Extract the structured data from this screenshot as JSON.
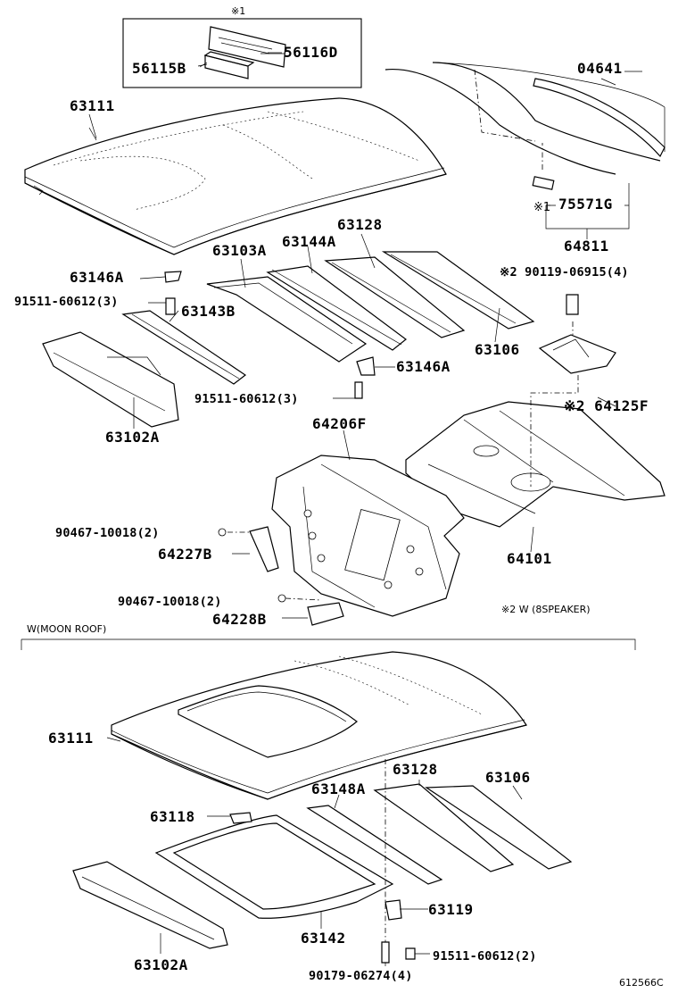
{
  "labels": {
    "note_1_top": "※1",
    "p56115B": "56115B",
    "p56116D": "56116D",
    "p04641": "04641",
    "p63111_top": "63111",
    "p75571G": "75571G",
    "note_1_mid": "※1",
    "p64811": "64811",
    "p63128_top": "63128",
    "p63144A": "63144A",
    "p63103A": "63103A",
    "p90119": "※2 90119-06915(4)",
    "p63146A_left": "63146A",
    "p91511_a": "91511-60612(3)",
    "p63143B": "63143B",
    "p63106_top": "63106",
    "p63146A_right": "63146A",
    "p91511_b": "91511-60612(3)",
    "p64125F": "※2 64125F",
    "p63102A_top": "63102A",
    "p64206F": "64206F",
    "p90467_a": "90467-10018(2)",
    "p64227B": "64227B",
    "p64101": "64101",
    "p90467_b": "90467-10018(2)",
    "p64228B": "64228B",
    "note_speaker": "※2 W (8SPEAKER)",
    "section_moon_roof": "W(MOON ROOF)",
    "p63111_bottom": "63111",
    "p63128_bottom": "63128",
    "p63106_bottom": "63106",
    "p63148A": "63148A",
    "p63118": "63118",
    "p63119": "63119",
    "p63142": "63142",
    "p91511_c": "91511-60612(2)",
    "p63102A_bottom": "63102A",
    "p90179": "90179-06274(4)",
    "figure_code": "612566C"
  }
}
